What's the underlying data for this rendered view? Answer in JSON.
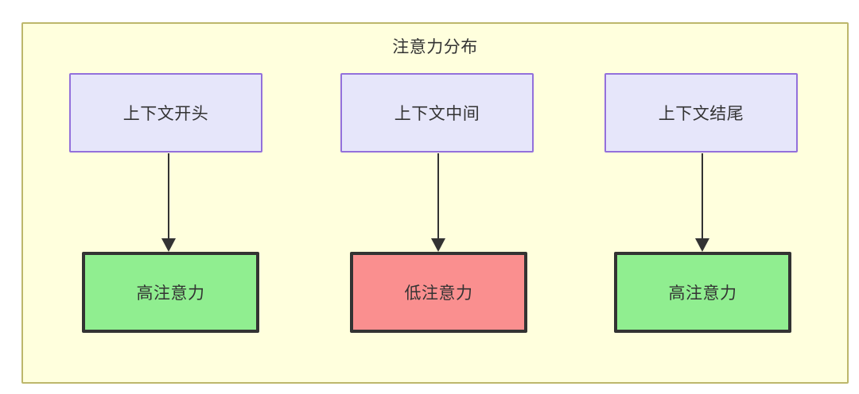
{
  "diagram": {
    "title": "注意力分布",
    "background_color": "#ffffdd",
    "border_color": "#bdb76b",
    "context_node_fill": "#e6e6fa",
    "context_node_border": "#9370db",
    "high_attention_fill": "#90ee90",
    "low_attention_fill": "#fa8f8f",
    "node_border_color": "#333333",
    "edge_color": "#333333",
    "columns": [
      {
        "context_label": "上下文开头",
        "attention_label": "高注意力",
        "attention_level": "high"
      },
      {
        "context_label": "上下文中间",
        "attention_label": "低注意力",
        "attention_level": "low"
      },
      {
        "context_label": "上下文结尾",
        "attention_label": "高注意力",
        "attention_level": "high"
      }
    ]
  }
}
